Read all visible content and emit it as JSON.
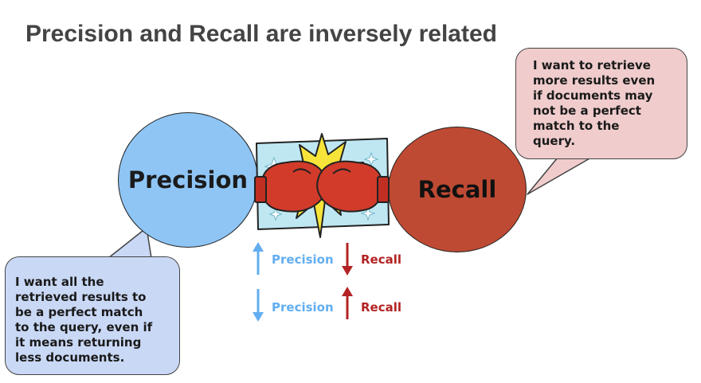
{
  "title": "Precision and Recall are inversely related",
  "circles": {
    "precision": {
      "label": "Precision",
      "color": "#8ec5f5"
    },
    "recall": {
      "label": "Recall",
      "color": "#bf4a33"
    }
  },
  "bubbles": {
    "recall": {
      "lines": [
        "I want to retrieve",
        "more results even",
        "if documents may",
        "not be a perfect",
        "match to the",
        "query."
      ],
      "color": "#f0cccc"
    },
    "precision": {
      "lines": [
        "I want all the",
        "retrieved results to",
        "be a perfect match",
        "to the query, even if",
        "it means returning",
        "less documents."
      ],
      "color": "#c9d8f5"
    }
  },
  "legend": {
    "row1": {
      "left_label": "Precision",
      "left_arrow": "up",
      "right_label": "Recall",
      "right_arrow": "down"
    },
    "row2": {
      "left_label": "Precision",
      "left_arrow": "down",
      "right_label": "Recall",
      "right_arrow": "up"
    }
  },
  "icons": {
    "center": "boxing-gloves-collision-icon"
  }
}
